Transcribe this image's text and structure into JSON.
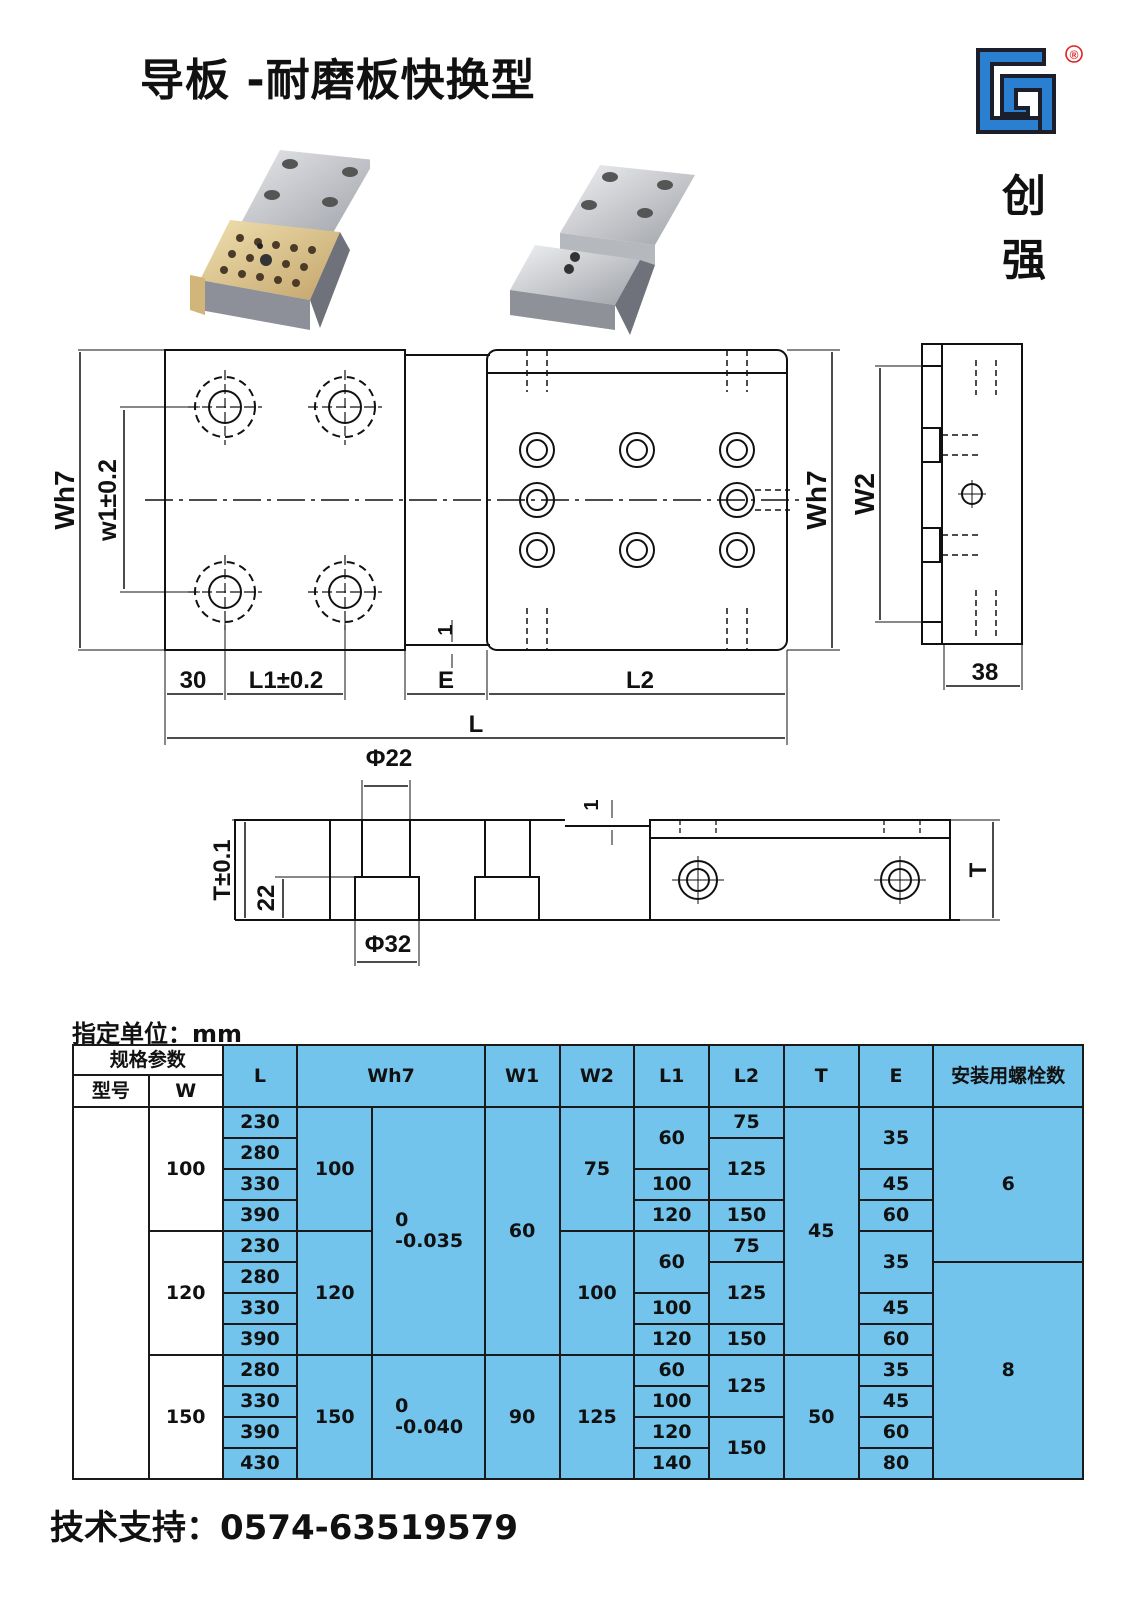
{
  "title": "导板 -耐磨板快换型",
  "brand": {
    "name_line1": "创",
    "name_line2": "强",
    "registered_mark": "®",
    "logo_icon": "cq-logo-icon",
    "accent": "#2a7fd0",
    "dark": "#1b1f2b"
  },
  "photos": {
    "left": "bronze-graphite-plate-photo",
    "right": "steel-plate-photo"
  },
  "drawing_labels": {
    "wh7_left": "Wh7",
    "w1": "w1±0.2",
    "wh7_right": "Wh7",
    "w2": "W2",
    "dim_30": "30",
    "l1": "L1±0.2",
    "e_dim": "1",
    "e": "E",
    "l2": "L2",
    "l": "L",
    "dim_38": "38",
    "phi22": "Φ22",
    "phi32": "Φ32",
    "t_tol": "T±0.1",
    "dim_22": "22",
    "t": "T",
    "gap_1": "1"
  },
  "unit_label": "指定单位：mm",
  "table": {
    "group_header": "规格参数",
    "col_model": "型号",
    "col_w": "W",
    "col_l": "L",
    "col_wh7": "Wh7",
    "col_w1": "W1",
    "col_w2": "W2",
    "col_l1": "L1",
    "col_l2": "L2",
    "col_t": "T",
    "col_e": "E",
    "col_bolts": "安装用螺栓数",
    "groups": [
      {
        "w": "100",
        "wh7": "100",
        "w2": "75"
      },
      {
        "w": "120",
        "wh7": "120",
        "w2": "100"
      },
      {
        "w": "150",
        "wh7": "150",
        "w2": "125"
      }
    ],
    "tol_a": "0\n-0.035",
    "tol_b": "0\n-0.040",
    "w1_a": "60",
    "w1_b": "90",
    "t_a": "45",
    "t_b": "50",
    "bolts_a": "6",
    "bolts_b": "8",
    "L": [
      "230",
      "280",
      "330",
      "390",
      "230",
      "280",
      "330",
      "390",
      "280",
      "330",
      "390",
      "430"
    ],
    "L1": {
      "g1": [
        "60",
        "100",
        "120"
      ],
      "g2": [
        "60",
        "100",
        "120"
      ],
      "g3": [
        "60",
        "100",
        "120",
        "140"
      ]
    },
    "L2": {
      "g1": [
        "75",
        "125",
        "150"
      ],
      "g2": [
        "75",
        "125",
        "150"
      ],
      "g3": [
        "125",
        "150"
      ]
    },
    "E": {
      "g1": [
        "35",
        "45",
        "60"
      ],
      "g2": [
        "35",
        "45",
        "60"
      ],
      "g3": [
        "35",
        "45",
        "60",
        "80"
      ]
    }
  },
  "footer": "技术支持：0574-63519579"
}
